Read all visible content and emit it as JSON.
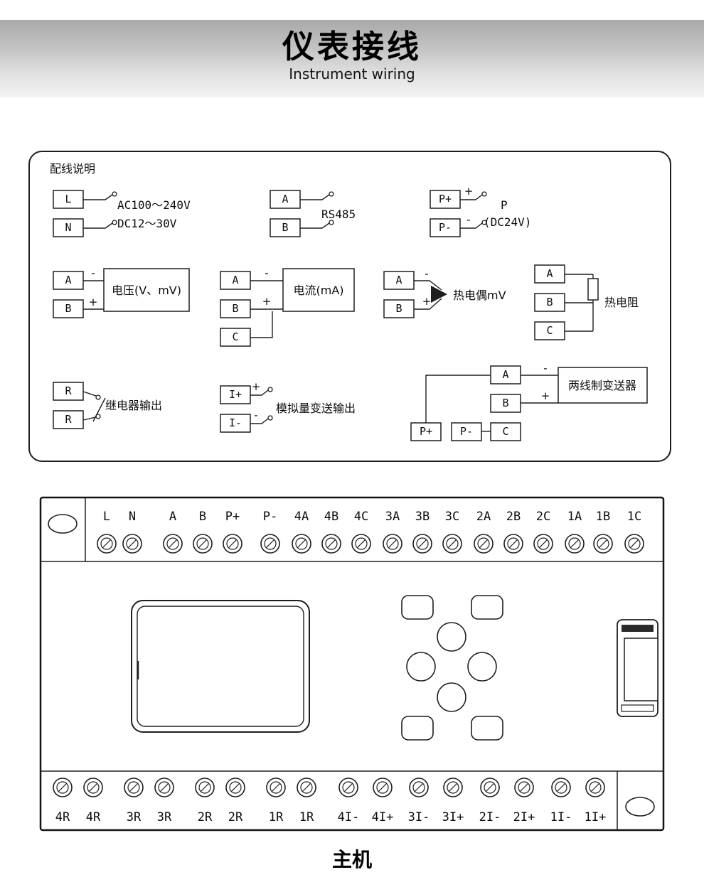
{
  "header": {
    "title": "仪表接线",
    "subtitle": "Instrument wiring"
  },
  "signs": {
    "plus": "+",
    "minus": "-"
  },
  "wiring_panel": {
    "title": "配线说明",
    "power": {
      "t1": "L",
      "t2": "N",
      "line1": "AC100～240V",
      "line2": "DC12～30V"
    },
    "rs485": {
      "t1": "A",
      "t2": "B",
      "label": "RS485"
    },
    "loop_power": {
      "t1": "P+",
      "t2": "P-",
      "label1": "P",
      "label2": "(DC24V)"
    },
    "voltage": {
      "t1": "A",
      "t2": "B",
      "label": "电压(V、mV)"
    },
    "current": {
      "t1": "A",
      "t2": "B",
      "t3": "C",
      "label": "电流(mA)"
    },
    "thermocouple": {
      "t1": "A",
      "t2": "B",
      "label": "热电偶mV"
    },
    "rtd": {
      "t1": "A",
      "t2": "B",
      "t3": "C",
      "label": "热电阻"
    },
    "relay": {
      "t1": "R",
      "t2": "R",
      "label": "继电器输出"
    },
    "analog_output": {
      "t1": "I+",
      "t2": "I-",
      "label": "模拟量变送输出"
    },
    "transmitter": {
      "t1": "A",
      "t2": "B",
      "t3": "C",
      "t4": "P+",
      "t5": "P-",
      "label": "两线制变送器"
    }
  },
  "main_unit": {
    "top_terminals": [
      "L",
      "N",
      "A",
      "B",
      "P+",
      "P-",
      "4A",
      "4B",
      "4C",
      "3A",
      "3B",
      "3C",
      "2A",
      "2B",
      "2C",
      "1A",
      "1B",
      "1C"
    ],
    "bottom_terminals": [
      "4R",
      "4R",
      "3R",
      "3R",
      "2R",
      "2R",
      "1R",
      "1R",
      "4I-",
      "4I+",
      "3I-",
      "3I+",
      "2I-",
      "2I+",
      "1I-",
      "1I+"
    ],
    "caption": "主机"
  }
}
